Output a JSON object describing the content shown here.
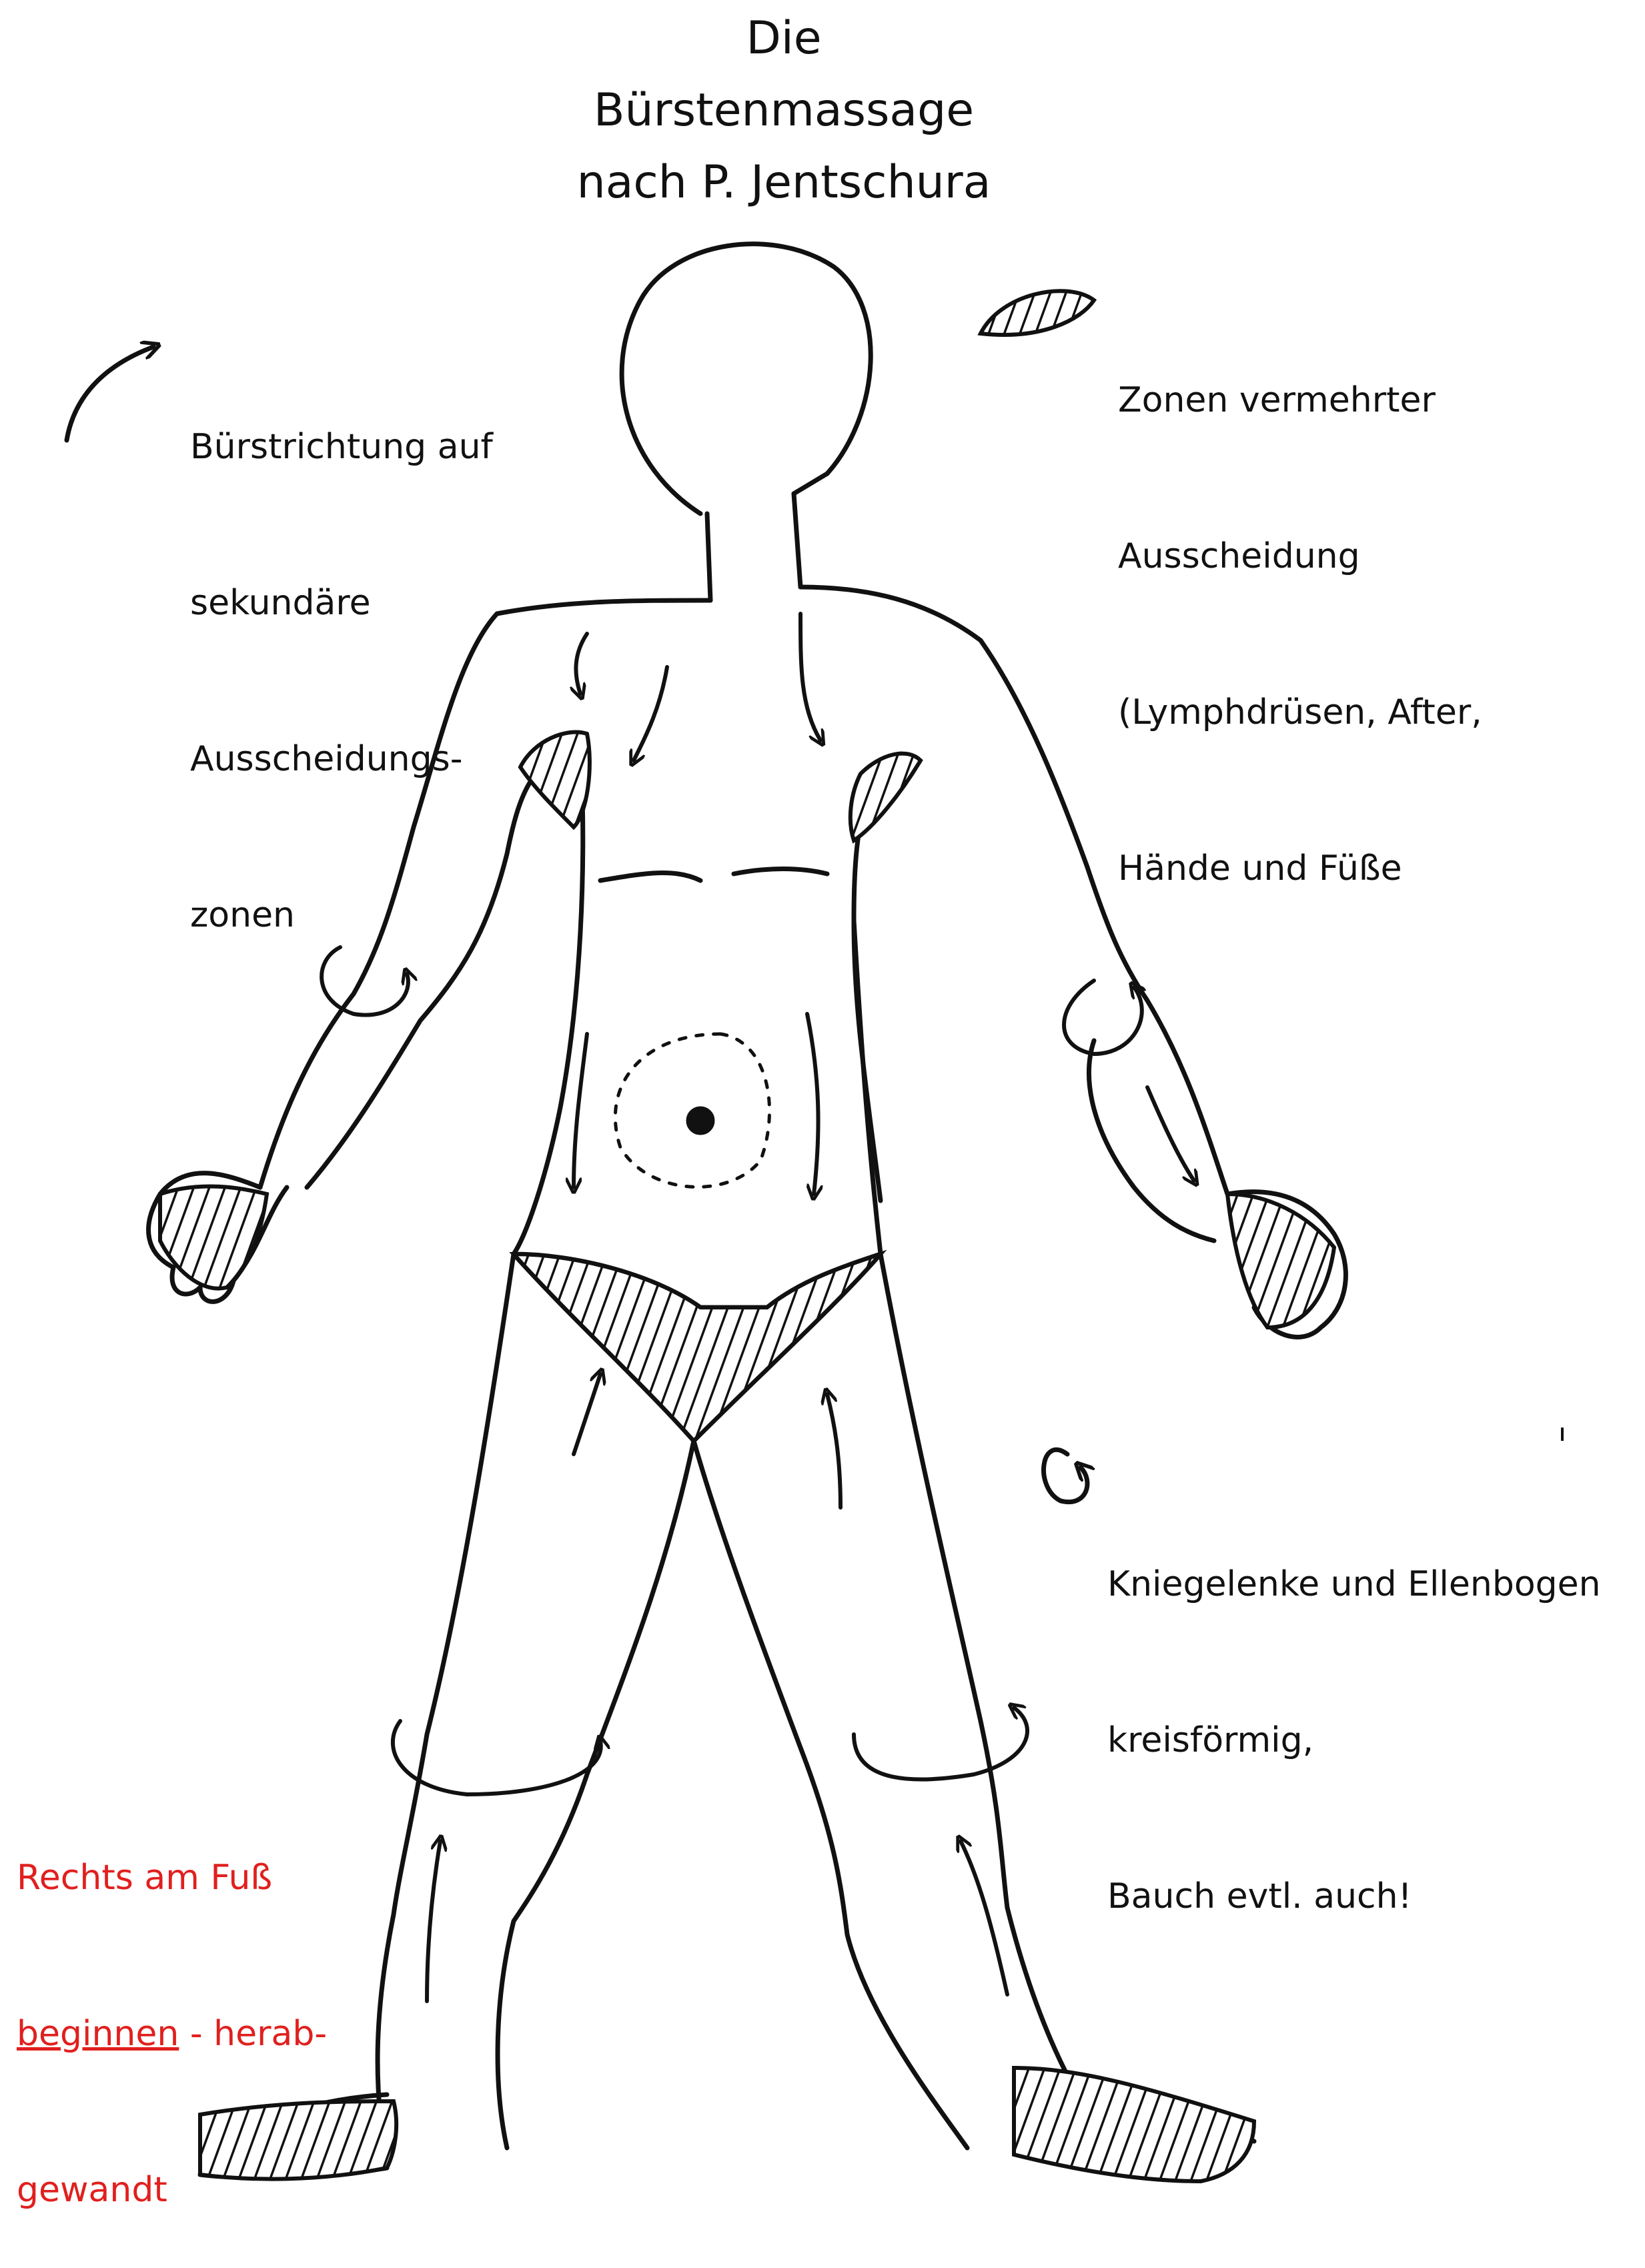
{
  "title": {
    "line1": "Die",
    "line2": "Bürstenmassage",
    "line3": "nach P. Jentschura"
  },
  "legend": {
    "direction": {
      "icon": "curved-arrow-icon",
      "lines": [
        "Bürstrichtung auf",
        "sekundäre",
        "Ausscheidungs-",
        "zonen"
      ]
    },
    "zones": {
      "icon": "hatched-zone-icon",
      "lines": [
        "Zonen vermehrter",
        "Ausscheidung",
        "(Lymphdrüsen, After,",
        "Hände und Füße"
      ]
    },
    "circular": {
      "icon": "circular-arrow-icon",
      "lines": [
        "Kniegelenke und Ellenbogen",
        "kreisförmig,",
        "Bauch evtl. auch!"
      ]
    }
  },
  "note": {
    "line1": "Rechts am Fuß",
    "underlined": "beginnen",
    "rest": " - herab-",
    "line3": "gewandt",
    "color": "#e0201e"
  },
  "colors": {
    "ink": "#111111",
    "paper": "#ffffff",
    "note": "#e0201e"
  }
}
